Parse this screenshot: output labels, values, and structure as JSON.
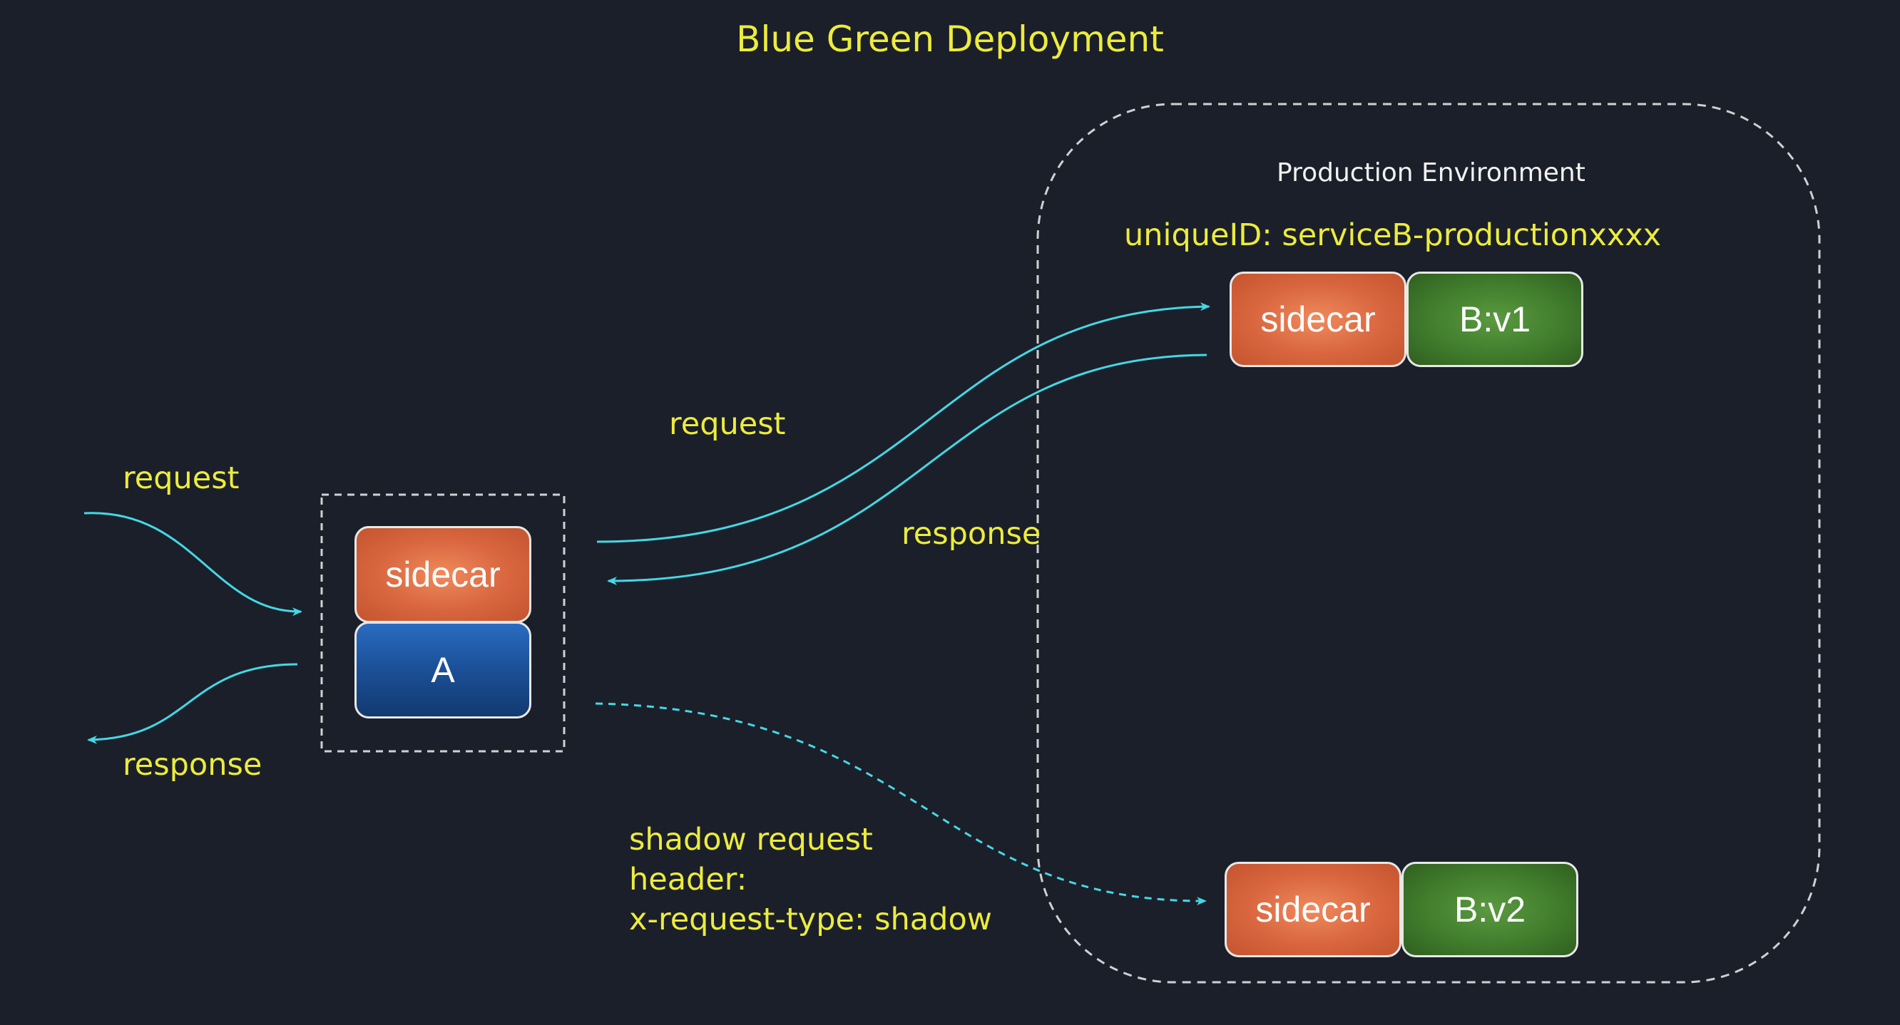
{
  "title": "Blue Green Deployment",
  "production_environment": {
    "label": "Production Environment",
    "unique_id": "uniqueID: serviceB-productionxxxx"
  },
  "service_a": {
    "sidecar_label": "sidecar",
    "service_label": "A"
  },
  "service_b_v1": {
    "sidecar_label": "sidecar",
    "service_label": "B:v1"
  },
  "service_b_v2": {
    "sidecar_label": "sidecar",
    "service_label": "B:v2"
  },
  "edges": {
    "client_request": "request",
    "client_response": "response",
    "a_to_b1_request": "request",
    "b1_to_a_response": "response",
    "shadow": {
      "line1": "shadow request",
      "line2": "header:",
      "line3": "x-request-type: shadow"
    }
  },
  "colors": {
    "background": "#1b1f2a",
    "label_text": "#ecec3c",
    "arrow": "#44d8e4",
    "dashed_border": "#d0d0d0",
    "sidecar": "#d8653e",
    "service_a": "#1b4f96",
    "service_b": "#3f7a2b"
  }
}
